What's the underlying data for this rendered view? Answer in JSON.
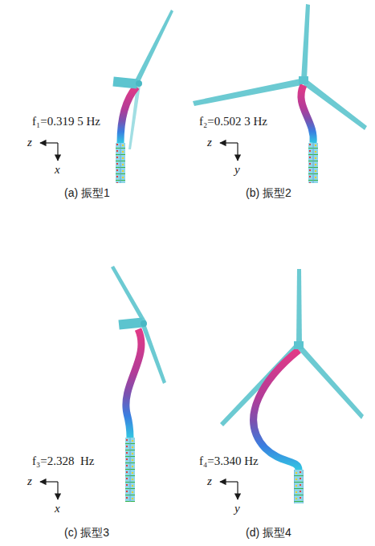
{
  "diagram": {
    "labels": [
      "f₁=0.319 5 Hz",
      "z",
      "x",
      "(a) 振型1",
      "f₂=0.502 3 Hz",
      "z",
      "y",
      "(b) 振型2",
      "f₃=2.328  Hz",
      "z",
      "x",
      "(c) 振型3",
      "f₄=3.340 Hz",
      "z",
      "y",
      "(d) 振型4"
    ]
  }
}
